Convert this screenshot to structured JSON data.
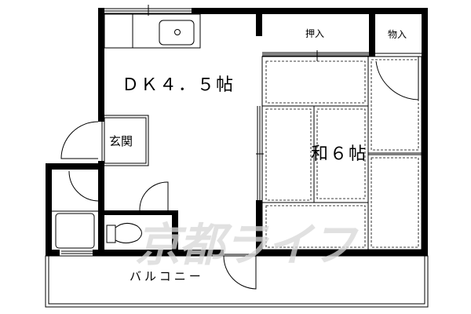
{
  "floor_plan": {
    "rooms": [
      {
        "id": "dk",
        "label": "ＤＫ４．５帖",
        "type": "dining-kitchen",
        "size_jo": 4.5
      },
      {
        "id": "washitsu",
        "label": "和６帖",
        "type": "japanese-room",
        "size_jo": 6
      },
      {
        "id": "oshiire",
        "label": "押入",
        "type": "closet"
      },
      {
        "id": "monoire",
        "label": "物入",
        "type": "storage"
      },
      {
        "id": "genkan",
        "label": "玄関",
        "type": "entrance"
      },
      {
        "id": "balcony",
        "label": "バルコニー",
        "type": "balcony"
      }
    ],
    "fixtures": [
      "kitchen-sink",
      "toilet",
      "bathtub"
    ],
    "watermark": "京都ライフ"
  },
  "colors": {
    "wall": "#000000",
    "background": "#ffffff",
    "watermark": "#d8d8d8"
  }
}
